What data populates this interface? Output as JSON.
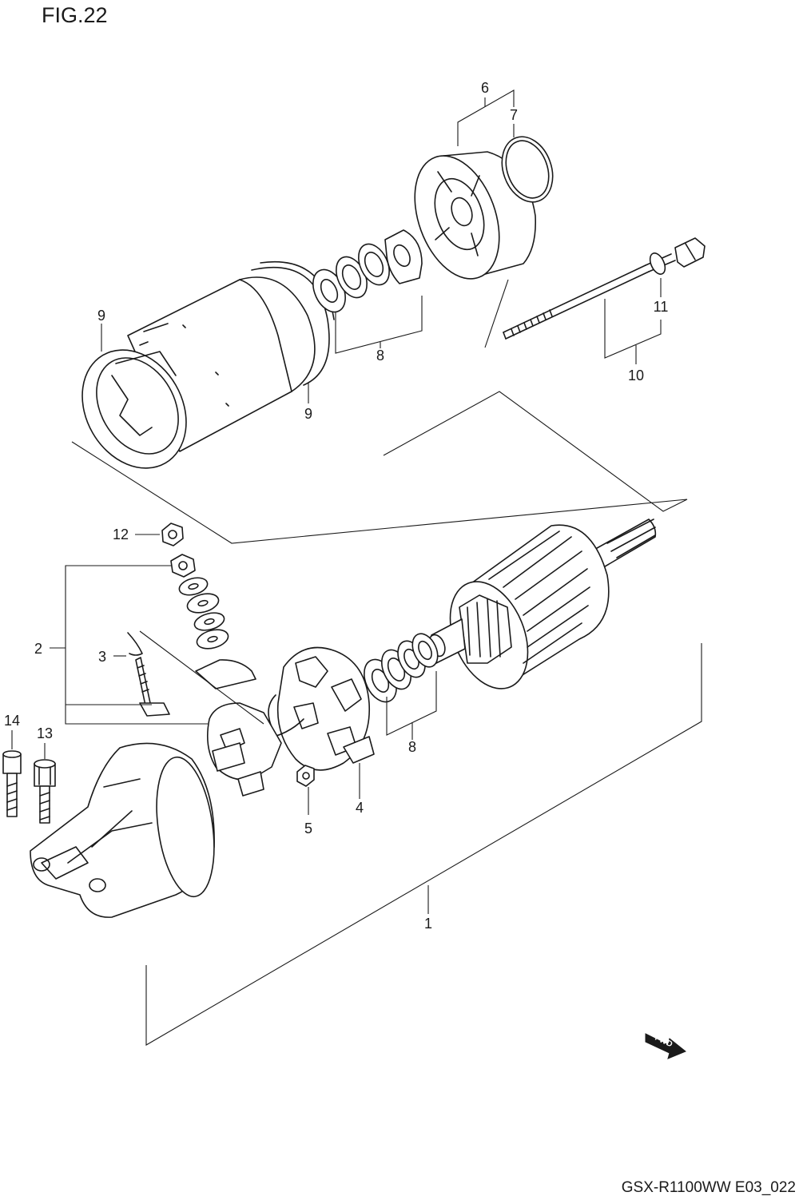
{
  "figure": {
    "title": "FIG.22",
    "footer_code": "GSX-R1100WW  E03_022"
  },
  "callouts": {
    "c1": "1",
    "c2": "2",
    "c3": "3",
    "c4": "4",
    "c5": "5",
    "c6": "6",
    "c7": "7",
    "c8_upper": "8",
    "c8_lower": "8",
    "c9_left": "9",
    "c9_lower": "9",
    "c10": "10",
    "c11": "11",
    "c12": "12",
    "c13": "13",
    "c14": "14"
  },
  "direction_badge": {
    "label": "FWD"
  }
}
